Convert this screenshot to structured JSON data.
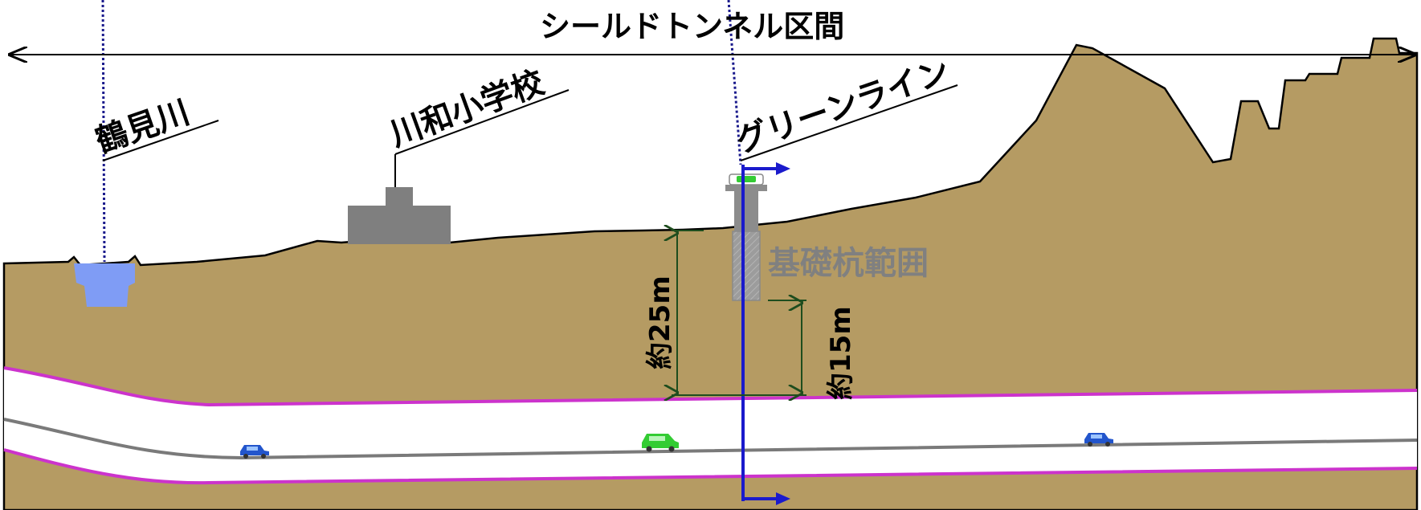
{
  "labels": {
    "section_title": "シールドトンネル区間",
    "river": "鶴見川",
    "school": "川和小学校",
    "rail": "グリーンライン",
    "pile_range": "基礎杭範囲",
    "depth_25": "約25m",
    "depth_15": "約15m"
  },
  "colors": {
    "ground": "#b59b63",
    "water": "#7f9cf5",
    "tunnel_lining": "#cc33cc",
    "axis_line": "#1a1acc",
    "dimension_line": "#1e4d1e",
    "building": "#7f7f7f",
    "pile_label": "#808080"
  },
  "icons": [
    "car-icon-blue-left",
    "car-icon-green",
    "car-icon-blue-right",
    "train-icon"
  ]
}
